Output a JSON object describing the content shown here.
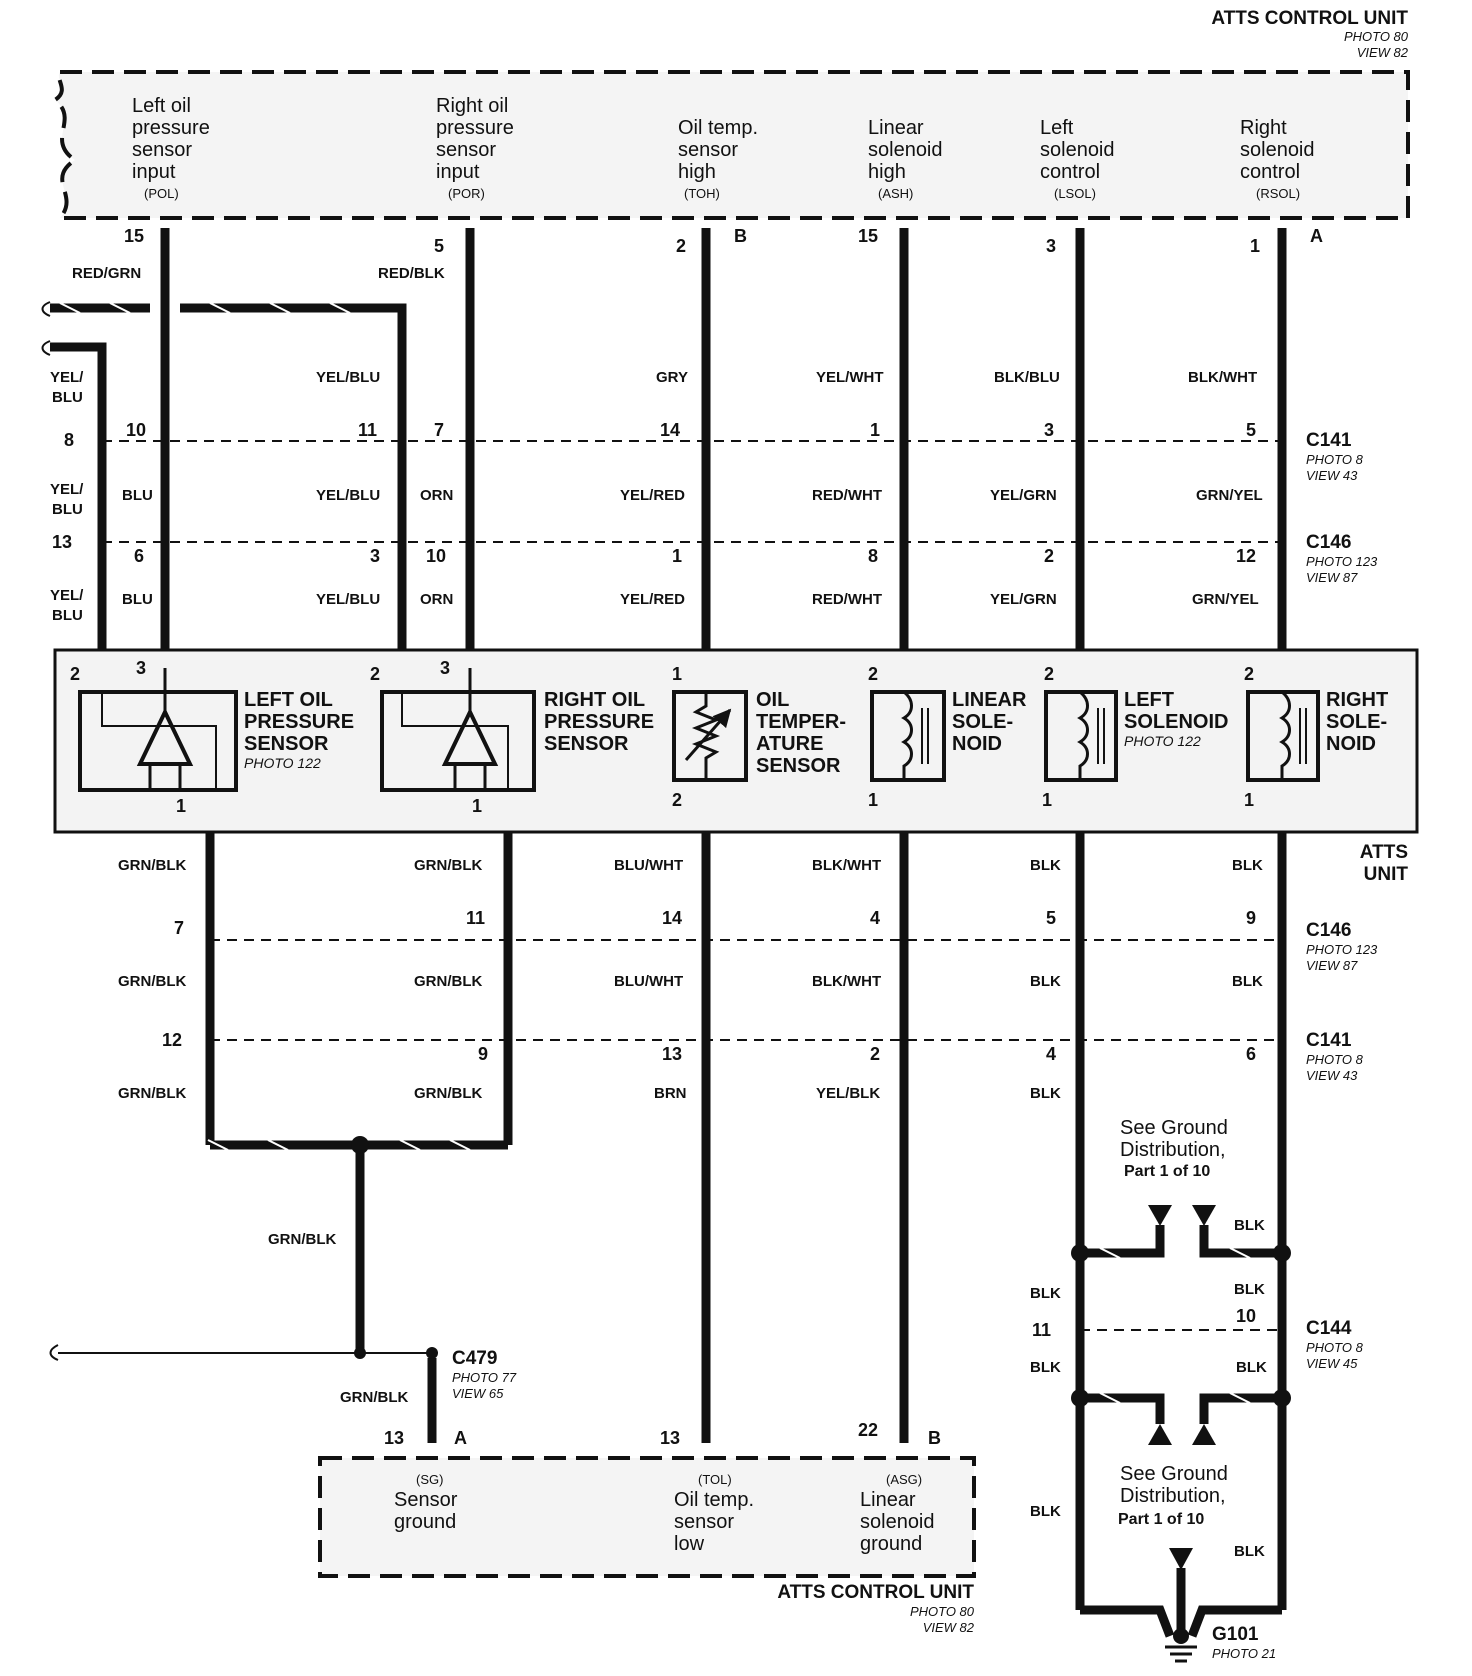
{
  "top_unit": {
    "title": "ATTS CONTROL UNIT",
    "photo": "PHOTO 80",
    "view": "VIEW 82",
    "labels": [
      {
        "l1": "Left oil",
        "l2": "pressure",
        "l3": "sensor",
        "l4": "input",
        "code": "(POL)"
      },
      {
        "l1": "Right oil",
        "l2": "pressure",
        "l3": "sensor",
        "l4": "input",
        "code": "(POR)"
      },
      {
        "l1": "Oil temp.",
        "l2": "sensor",
        "l3": "high",
        "code": "(TOH)"
      },
      {
        "l1": "Linear",
        "l2": "solenoid",
        "l3": "high",
        "code": "(ASH)"
      },
      {
        "l1": "Left",
        "l2": "solenoid",
        "l3": "control",
        "code": "(LSOL)"
      },
      {
        "l1": "Right",
        "l2": "solenoid",
        "l3": "control",
        "code": "(RSOL)"
      }
    ],
    "pins": [
      "15",
      "5",
      "2",
      "15",
      "3",
      "1"
    ],
    "conn_b": "B",
    "conn_a": "A"
  },
  "top_wire_colors": [
    "RED/GRN",
    "RED/BLK"
  ],
  "upper_wire_colors": {
    "yb1": "YEL/",
    "yb2": "BLU",
    "yelblu": "YEL/BLU",
    "gry": "GRY",
    "yelwht": "YEL/WHT",
    "blkblu": "BLK/BLU",
    "blkwht": "BLK/WHT"
  },
  "c141_top": {
    "name": "C141",
    "photo": "PHOTO 8",
    "view": "VIEW 43",
    "pins": [
      "8",
      "10",
      "11",
      "7",
      "14",
      "1",
      "3",
      "5"
    ]
  },
  "mid1_colors": {
    "yb1": "YEL/",
    "yb2": "BLU",
    "blu": "BLU",
    "yelblu": "YEL/BLU",
    "orn": "ORN",
    "yelred": "YEL/RED",
    "redwht": "RED/WHT",
    "yelgrn": "YEL/GRN",
    "grnyel": "GRN/YEL"
  },
  "c146_top": {
    "name": "C146",
    "photo": "PHOTO 123",
    "view": "VIEW 87",
    "pins": [
      "13",
      "6",
      "3",
      "10",
      "1",
      "8",
      "2",
      "12"
    ]
  },
  "mid2_colors": {
    "yb1": "YEL/",
    "yb2": "BLU",
    "blu": "BLU",
    "yelblu": "YEL/BLU",
    "orn": "ORN",
    "yelred": "YEL/RED",
    "redwht": "RED/WHT",
    "yelgrn": "YEL/GRN",
    "grnyel": "GRN/YEL"
  },
  "atts_unit": {
    "l1": "ATTS",
    "l2": "UNIT",
    "left_sensor": {
      "l1": "LEFT OIL",
      "l2": "PRESSURE",
      "l3": "SENSOR",
      "photo": "PHOTO 122",
      "p1": "2",
      "p2": "3",
      "p3": "1"
    },
    "right_sensor": {
      "l1": "RIGHT OIL",
      "l2": "PRESSURE",
      "l3": "SENSOR",
      "p1": "2",
      "p2": "3",
      "p3": "1"
    },
    "temp_sensor": {
      "l1": "OIL",
      "l2": "TEMPER-",
      "l3": "ATURE",
      "l4": "SENSOR",
      "p1": "1",
      "p2": "2"
    },
    "linear_solenoid": {
      "l1": "LINEAR",
      "l2": "SOLE-",
      "l3": "NOID",
      "p1": "2",
      "p2": "1"
    },
    "left_solenoid": {
      "l1": "LEFT",
      "l2": "SOLENOID",
      "photo": "PHOTO 122",
      "p1": "2",
      "p2": "1"
    },
    "right_solenoid": {
      "l1": "RIGHT",
      "l2": "SOLE-",
      "l3": "NOID",
      "p1": "2",
      "p2": "1"
    }
  },
  "lower1_colors": {
    "grnblk": "GRN/BLK",
    "bluwht": "BLU/WHT",
    "blkwht": "BLK/WHT",
    "blk": "BLK"
  },
  "c146_bot": {
    "name": "C146",
    "photo": "PHOTO 123",
    "view": "VIEW 87",
    "pins": [
      "7",
      "11",
      "14",
      "4",
      "5",
      "9"
    ]
  },
  "lower2_colors": {
    "grnblk": "GRN/BLK",
    "bluwht": "BLU/WHT",
    "blkwht": "BLK/WHT",
    "blk": "BLK"
  },
  "c141_bot": {
    "name": "C141",
    "photo": "PHOTO 8",
    "view": "VIEW 43",
    "pins": [
      "12",
      "9",
      "13",
      "2",
      "4",
      "6"
    ]
  },
  "lower3_colors": {
    "grnblk": "GRN/BLK",
    "brn": "BRN",
    "yelblk": "YEL/BLK",
    "blk": "BLK"
  },
  "ground_ref_top": {
    "l1": "See Ground",
    "l2": "Distribution,",
    "l3": "Part 1 of 10"
  },
  "ground_ref_bot": {
    "l1": "See Ground",
    "l2": "Distribution,",
    "l3": "Part 1 of 10"
  },
  "ground_wire": "BLK",
  "c144": {
    "name": "C144",
    "photo": "PHOTO 8",
    "view": "VIEW 45",
    "pins": [
      "11",
      "10"
    ]
  },
  "c479": {
    "name": "C479",
    "photo": "PHOTO 77",
    "view": "VIEW 65"
  },
  "g101": {
    "name": "G101",
    "photo": "PHOTO 21"
  },
  "splice_wire": "GRN/BLK",
  "bottom_unit": {
    "title": "ATTS CONTROL UNIT",
    "photo": "PHOTO 80",
    "view": "VIEW 82",
    "pins": [
      "13",
      "13",
      "22"
    ],
    "conn_a": "A",
    "conn_b": "B",
    "labels": [
      {
        "code": "(SG)",
        "l1": "Sensor",
        "l2": "ground"
      },
      {
        "code": "(TOL)",
        "l1": "Oil temp.",
        "l2": "sensor",
        "l3": "low"
      },
      {
        "code": "(ASG)",
        "l1": "Linear",
        "l2": "solenoid",
        "l3": "ground"
      }
    ]
  }
}
